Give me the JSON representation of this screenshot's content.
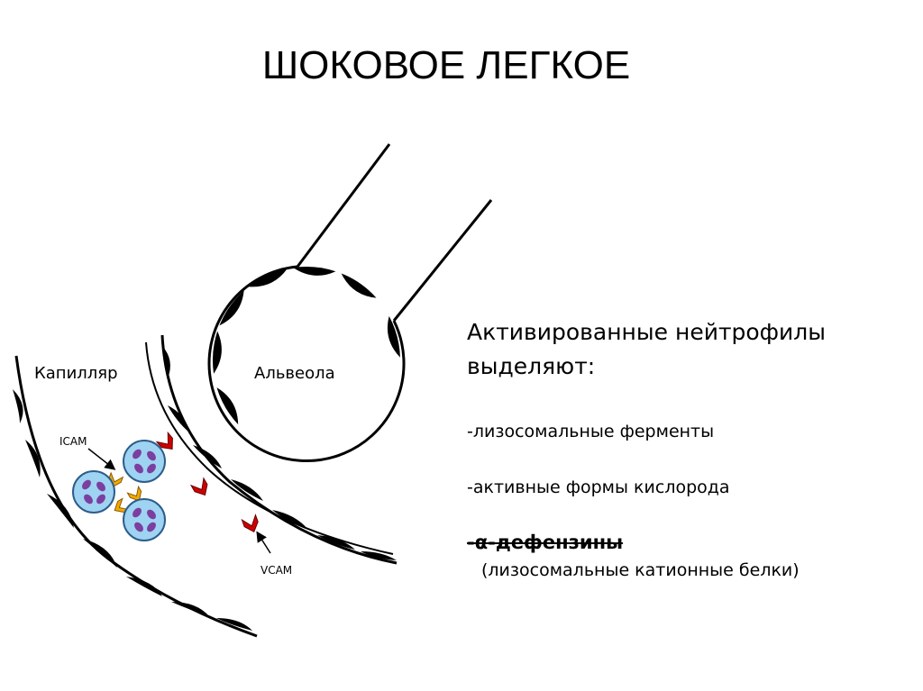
{
  "title": "ШОКОВОЕ ЛЕГКОЕ",
  "diagram": {
    "capillary_label": "Капилляр",
    "alveolus_label": "Альвеола",
    "icam_label": "ICAM",
    "vcam_label": "VCAM",
    "colors": {
      "cell_fill": "#9fd3f2",
      "cell_stroke": "#2d5d8a",
      "nucleus": "#7b3fa0",
      "receptor": "#f2a900",
      "vcam_marker": "#cc0000"
    },
    "icons": [
      "neutrophil-cell-icon",
      "icam-receptor-icon",
      "vcam-marker-icon",
      "endothelial-cell-icon"
    ]
  },
  "text": {
    "heading": "Активированные нейтрофилы\nвыделяют:",
    "items": [
      "-лизосомальные ферменты",
      "-активные формы кислорода",
      "-α-дефензины"
    ],
    "item3_note": "(лизосомальные катионные белки)"
  }
}
